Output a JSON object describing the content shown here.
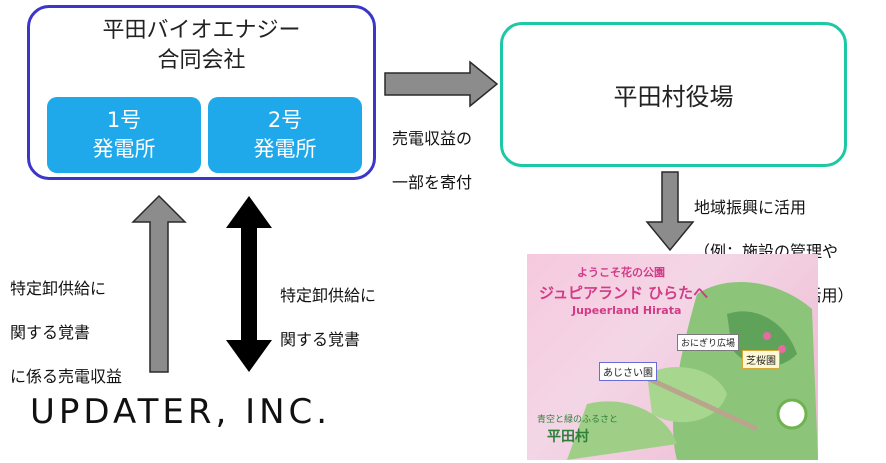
{
  "company": {
    "name_line1": "平田バイオエナジー",
    "name_line2": "合同会社",
    "plant1": {
      "line1": "1号",
      "line2": "発電所"
    },
    "plant2": {
      "line1": "2号",
      "line2": "発電所"
    }
  },
  "village": {
    "name": "平田村役場"
  },
  "edges": {
    "donation": {
      "line1": "売電収益の",
      "line2": "一部を寄付"
    },
    "usage": {
      "line1": "地域振興に活用",
      "line2": "（例：施設の管理や",
      "line3": "運営資金として活用）"
    },
    "memo_revenue": {
      "line1": "特定卸供給に",
      "line2": "関する覚書",
      "line3": "に係る売電収益"
    },
    "memo": {
      "line1": "特定卸供給に",
      "line2": "関する覚書"
    }
  },
  "updater": {
    "logo_text": "UPDATER, INC."
  },
  "map": {
    "welcome": "ようこそ花の公園",
    "park_name_jp": "ジュピアランド ひらたへ",
    "park_name_en": "Jupeerland Hirata",
    "spot_onigiri": "おにぎり広場",
    "spot_shibazakura": "芝桜園",
    "spot_ajisai": "あじさい園",
    "slogan": "青空と緑のふるさと",
    "village_name": "平田村"
  },
  "colors": {
    "company_border": "#3b35c9",
    "plant_fill": "#1fa8ea",
    "village_border": "#1dc8a4",
    "arrow_gray": "#8c8c8c",
    "map_pink": "#f3d0e2"
  }
}
